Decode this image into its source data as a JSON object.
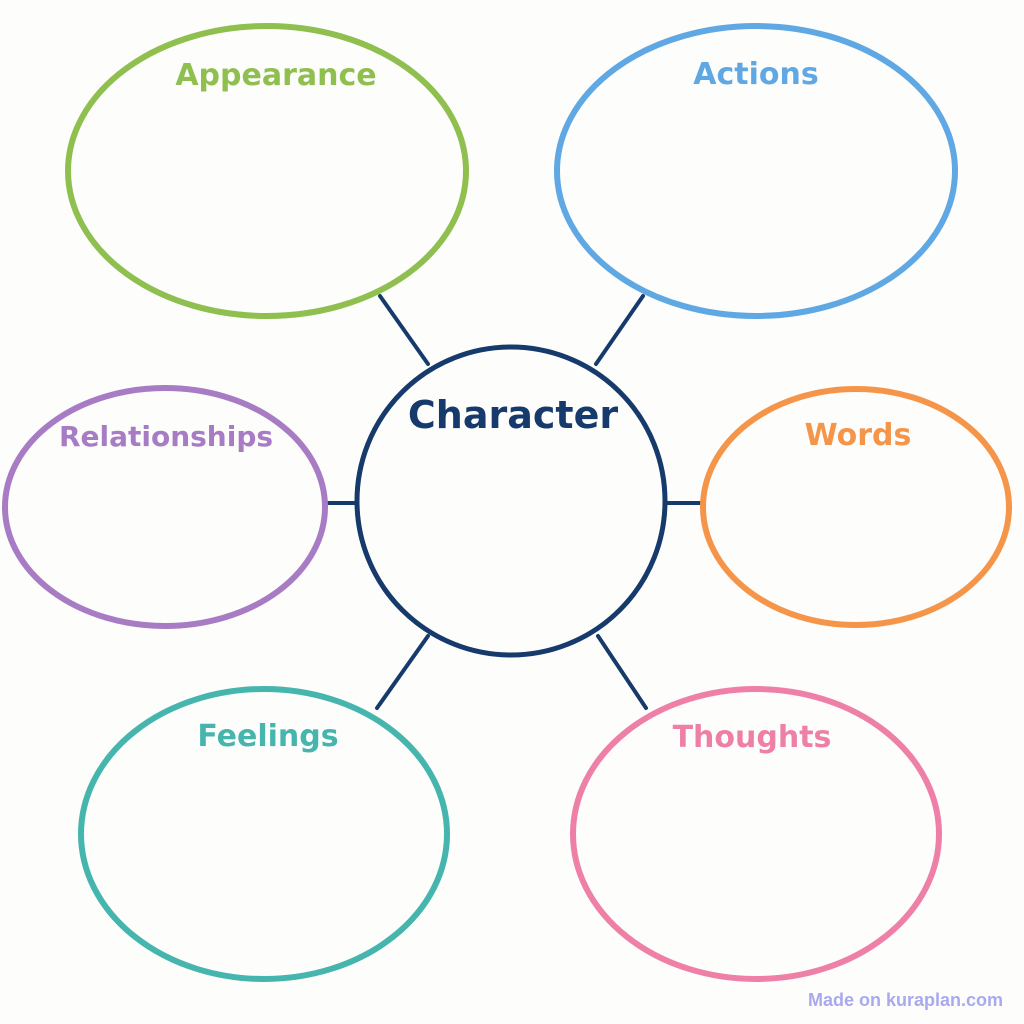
{
  "center": {
    "label": "Character",
    "color": "#163a6b"
  },
  "connector_color": "#163a6b",
  "nodes": [
    {
      "id": "appearance",
      "label": "Appearance",
      "color": "#8fbf4f"
    },
    {
      "id": "actions",
      "label": "Actions",
      "color": "#5fa8e3"
    },
    {
      "id": "relationships",
      "label": "Relationships",
      "color": "#a77cc4"
    },
    {
      "id": "words",
      "label": "Words",
      "color": "#f5954a"
    },
    {
      "id": "feelings",
      "label": "Feelings",
      "color": "#45b5ad"
    },
    {
      "id": "thoughts",
      "label": "Thoughts",
      "color": "#ee80a8"
    }
  ],
  "watermark": {
    "text": "Made on kuraplan.com",
    "color": "#a9a9f0"
  }
}
